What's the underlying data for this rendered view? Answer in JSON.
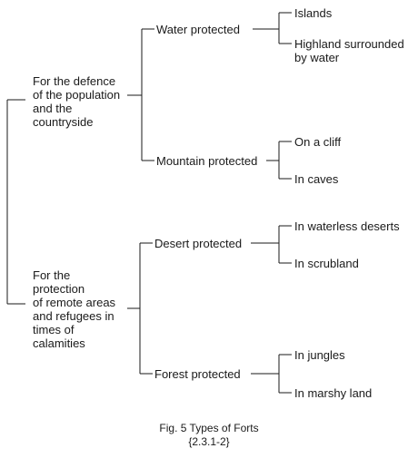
{
  "diagram": {
    "groups": [
      {
        "label": "For the defence\nof the population\nand the\ncountryside",
        "branches": [
          {
            "label": "Water protected",
            "leaves": [
              "Islands",
              "Highland surrounded\nby water"
            ]
          },
          {
            "label": "Mountain protected",
            "leaves": [
              "On a cliff",
              "In caves"
            ]
          }
        ]
      },
      {
        "label": "For the\nprotection\nof remote areas\nand refugees in\ntimes of\ncalamities",
        "branches": [
          {
            "label": "Desert protected",
            "leaves": [
              "In waterless deserts",
              "In scrubland"
            ]
          },
          {
            "label": "Forest protected",
            "leaves": [
              "In jungles",
              "In marshy land"
            ]
          }
        ]
      }
    ]
  },
  "caption": {
    "line1": "Fig. 5 Types of Forts",
    "line2": "{2.3.1-2}"
  }
}
